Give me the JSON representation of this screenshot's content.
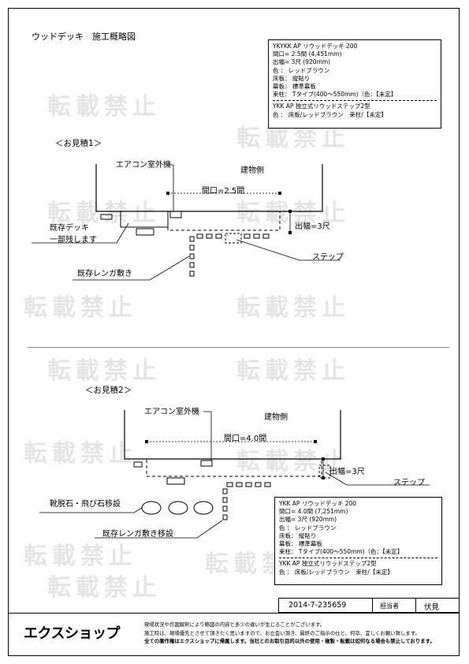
{
  "title": "ウッドデッキ　施工概略図",
  "watermark": "転載禁止",
  "estimate1": {
    "heading": "＜お見積1＞",
    "building": "建物側",
    "ac_unit": "エアコン室外機",
    "span": "間口=2.5間",
    "depth": "出幅=3尺",
    "existing_deck_line1": "既存デッキ",
    "existing_deck_line2": "一部残します",
    "step": "ステップ",
    "brick": "既存レンガ敷き",
    "spec": {
      "line1": "YKYKK AP リウッドデッキ 200",
      "line2": "間口= 2.5間 (4,451mm)",
      "line3": "出幅= 3尺 (920mm)",
      "line4": "色 ： レッドブラウン",
      "line5": "床板： 縦貼り",
      "line6": "幕板： 標準幕板",
      "line7": "束柱： Tタイプ(400～550mm)（色：【未定】",
      "line8": "YKK AP 独立式リウッドステップ2型",
      "line9": "色 ： 床板/レッドブラウン　束柱/【未定】"
    }
  },
  "estimate2": {
    "heading": "＜お見積2＞",
    "building": "建物側",
    "ac_unit": "エアコン室外機",
    "span": "間口=4.0間",
    "depth": "出幅=3尺",
    "step": "ステップ",
    "stones": "靴脱石・飛び石移設",
    "brick": "既存レンガ敷き移設",
    "spec": {
      "line1": "YKK AP リウッドデッキ 200",
      "line2": "間口= 4.0間 (7,251mm)",
      "line3": "出幅= 3尺 (920mm)",
      "line4": "色 ： レッドブラウン",
      "line5": "床板： 縦貼り",
      "line6": "幕板： 標準幕板",
      "line7": "束柱： Tタイプ(400～550mm)（色：【未定】",
      "line8": "YKK AP 独立式リウッドステップ2型",
      "line9": "色 ： 床板/レッドブラウン　束柱/【未定】"
    }
  },
  "footer": {
    "doc_number": "2014-7-235659",
    "staff_label": "担当者",
    "staff_name": "伏見",
    "logo": "エクスショップ",
    "note1": "現場状況や作図解釈により略図の内容と多少の違いが生じることがございます。",
    "note2": "施工時は、現場優先とさせて頂きたく思いますので、お立会い頂き、最終のご指示の仕と、何卒、宜しくお願い致します。",
    "note3": "全ての著作権はエクスショップに帰属します。当社とのお取引目的以外の使用・複製・転載は如何なる場合も禁止しております。"
  }
}
